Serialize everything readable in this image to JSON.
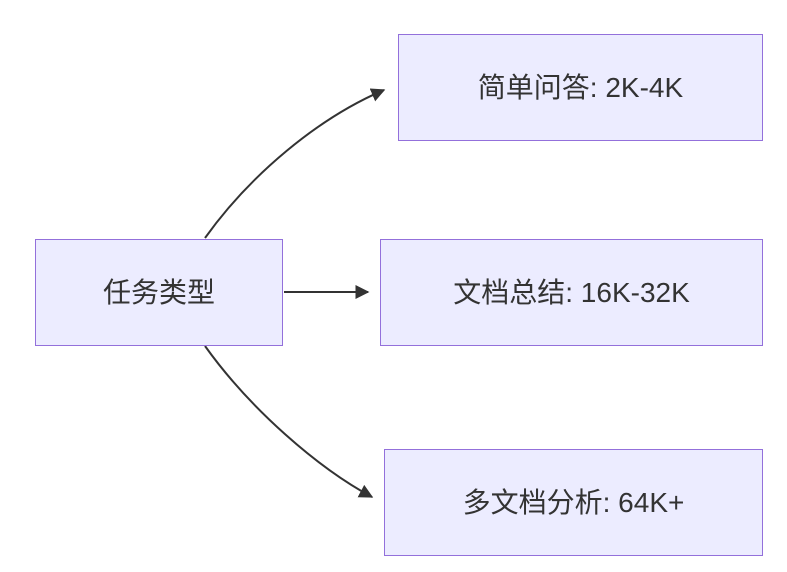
{
  "diagram": {
    "type": "flowchart",
    "direction": "left-to-right",
    "root": {
      "label": "任务类型"
    },
    "children": [
      {
        "label": "简单问答: 2K-4K"
      },
      {
        "label": "文档总结: 16K-32K"
      },
      {
        "label": "多文档分析: 64K+"
      }
    ],
    "edges": [
      {
        "from": "root",
        "to": "children.0"
      },
      {
        "from": "root",
        "to": "children.1"
      },
      {
        "from": "root",
        "to": "children.2"
      }
    ],
    "colors": {
      "node_fill": "#ECECFF",
      "node_border": "#9370DB",
      "arrow": "#333333",
      "text": "#333333",
      "background": "#FFFFFF"
    }
  }
}
